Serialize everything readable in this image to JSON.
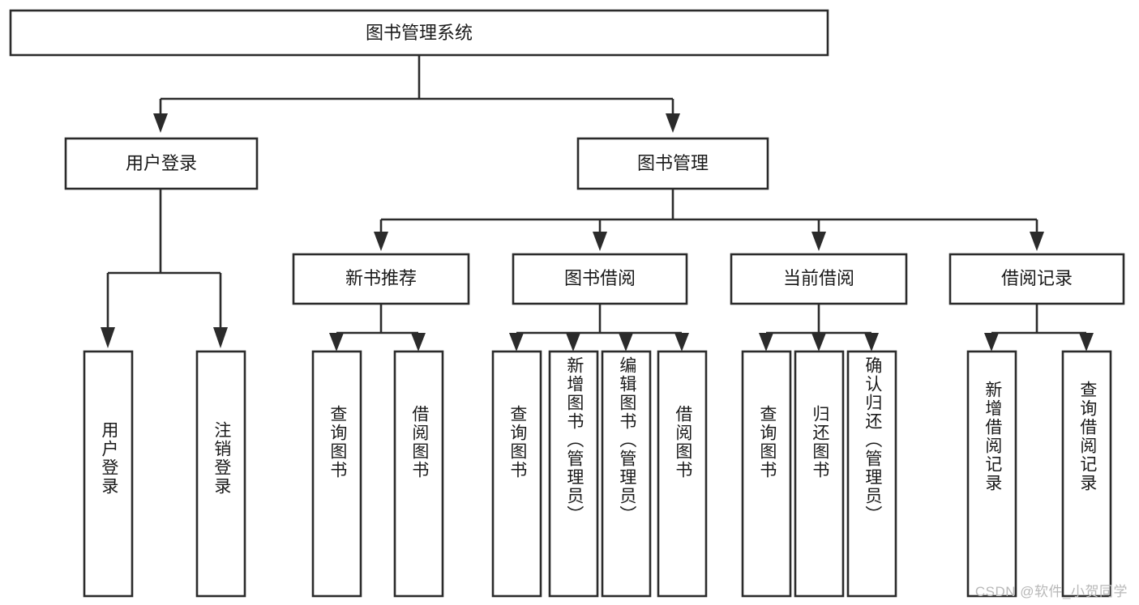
{
  "diagram": {
    "type": "tree-hierarchy",
    "title": "图书管理系统",
    "root": {
      "id": "root",
      "label": "图书管理系统",
      "orientation": "horizontal"
    },
    "level2": [
      {
        "id": "user-login",
        "label": "用户登录",
        "orientation": "horizontal"
      },
      {
        "id": "book-manage",
        "label": "图书管理",
        "orientation": "horizontal"
      }
    ],
    "level3": [
      {
        "id": "new-book-recommend",
        "label": "新书推荐",
        "parent": "book-manage",
        "orientation": "horizontal"
      },
      {
        "id": "book-borrow",
        "label": "图书借阅",
        "parent": "book-manage",
        "orientation": "horizontal"
      },
      {
        "id": "current-borrow",
        "label": "当前借阅",
        "parent": "book-manage",
        "orientation": "horizontal"
      },
      {
        "id": "borrow-record",
        "label": "借阅记录",
        "parent": "book-manage",
        "orientation": "horizontal"
      }
    ],
    "leaves": [
      {
        "id": "leaf-user-login",
        "label": "用户登录",
        "parent": "user-login",
        "orientation": "vertical"
      },
      {
        "id": "leaf-logout-login",
        "label": "注销登录",
        "parent": "user-login",
        "orientation": "vertical"
      },
      {
        "id": "leaf-query-book-1",
        "label": "查询图书",
        "parent": "new-book-recommend",
        "orientation": "vertical"
      },
      {
        "id": "leaf-borrow-book-1",
        "label": "借阅图书",
        "parent": "new-book-recommend",
        "orientation": "vertical"
      },
      {
        "id": "leaf-query-book-2",
        "label": "查询图书",
        "parent": "book-borrow",
        "orientation": "vertical"
      },
      {
        "id": "leaf-add-book",
        "label": "新增图书（管理员）",
        "parent": "book-borrow",
        "orientation": "vertical"
      },
      {
        "id": "leaf-edit-book",
        "label": "编辑图书（管理员）",
        "parent": "book-borrow",
        "orientation": "vertical"
      },
      {
        "id": "leaf-borrow-book-2",
        "label": "借阅图书",
        "parent": "book-borrow",
        "orientation": "vertical"
      },
      {
        "id": "leaf-query-book-3",
        "label": "查询图书",
        "parent": "current-borrow",
        "orientation": "vertical"
      },
      {
        "id": "leaf-return-book",
        "label": "归还图书",
        "parent": "current-borrow",
        "orientation": "vertical"
      },
      {
        "id": "leaf-confirm-return",
        "label": "确认归还（管理员）",
        "parent": "current-borrow",
        "orientation": "vertical"
      },
      {
        "id": "leaf-add-record",
        "label": "新增借阅记录",
        "parent": "borrow-record",
        "orientation": "vertical"
      },
      {
        "id": "leaf-query-record",
        "label": "查询借阅记录",
        "parent": "borrow-record",
        "orientation": "vertical"
      }
    ],
    "colors": {
      "background": "#ffffff",
      "box_fill": "#ffffff",
      "box_stroke": "#2b2b2b",
      "connector": "#2b2b2b",
      "text": "#1a1a1a",
      "watermark": "#b8b8b8"
    }
  },
  "watermark": {
    "text": "CSDN @软件_小贺同学"
  }
}
